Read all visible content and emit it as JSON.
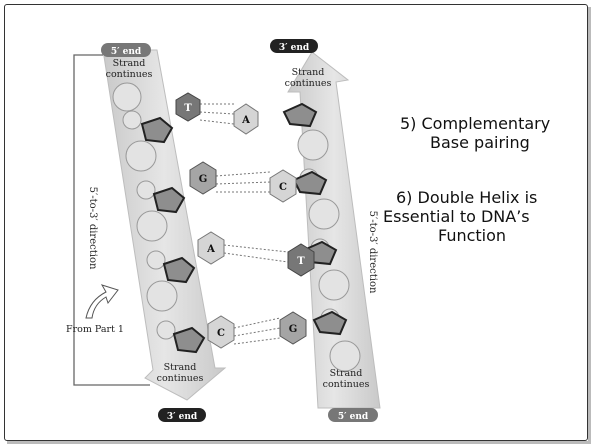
{
  "figure": {
    "label_top_left": "5′ end",
    "label_top_right": "3′ end",
    "label_bottom_left": "3′ end",
    "label_bottom_right": "5′ end",
    "strand_continues": "Strand continues",
    "direction": "5′-to-3′ direction",
    "from_part": "From Part 1",
    "bases_left": [
      "T",
      "G",
      "A",
      "C"
    ],
    "bases_right": [
      "A",
      "C",
      "T",
      "G"
    ]
  },
  "captions": {
    "point5_line1": "5) Complementary",
    "point5_line2": "Base pairing",
    "point6_line1": "6) Double Helix is",
    "point6_line2": "Essential to DNA’s",
    "point6_line3": "Function"
  }
}
